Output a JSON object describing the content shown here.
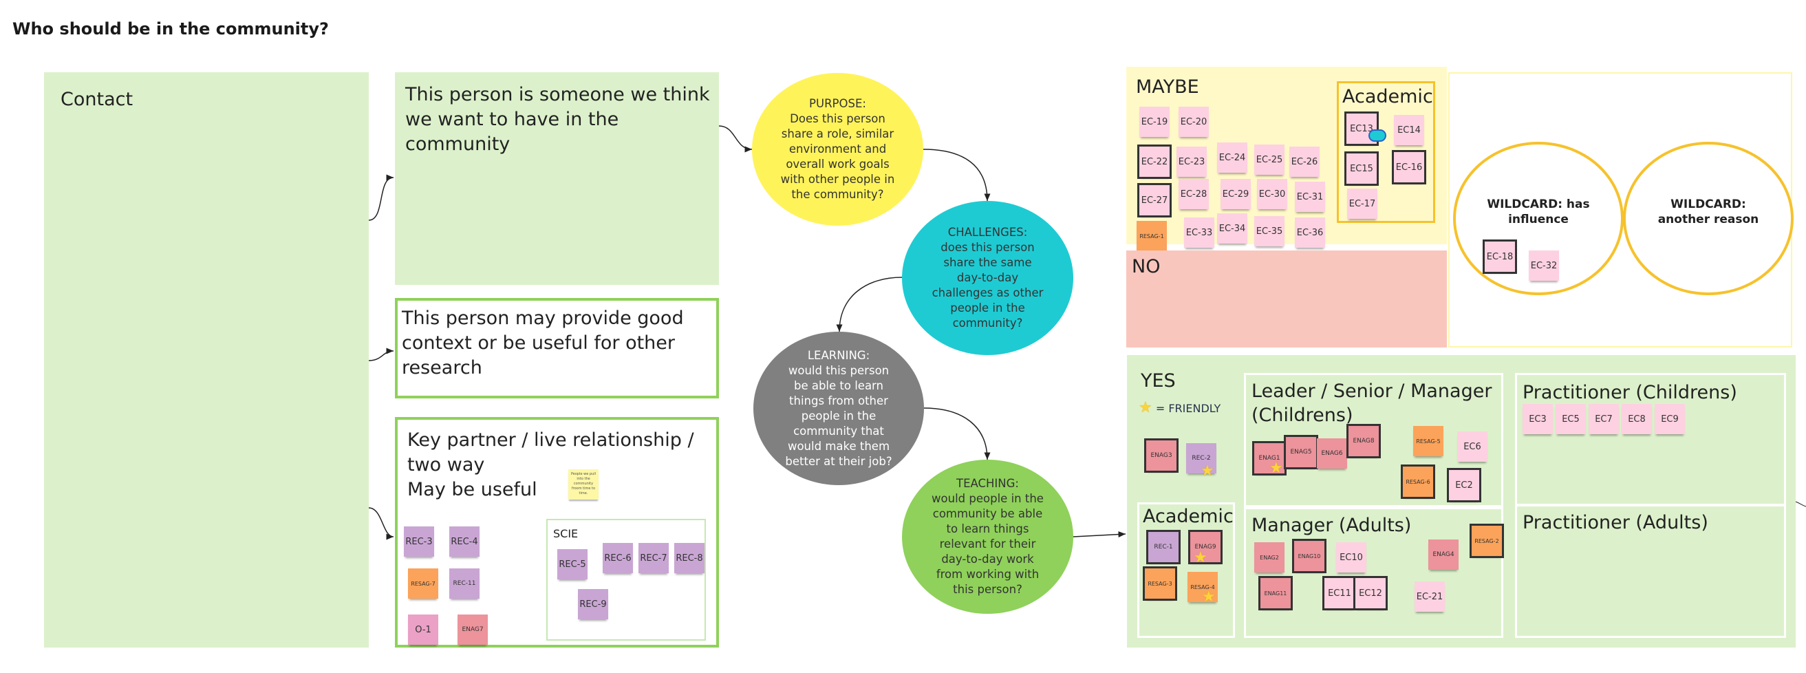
{
  "page": {
    "title": "Who should be in the community?"
  },
  "left": {
    "contact": "Contact",
    "want": "This person is someone we think we want to have in the community",
    "context": "This person may provide good context or be useful for other research",
    "key_partner_line1": "Key partner / live relationship / two way",
    "key_partner_line2": "May be useful",
    "note": "People we pull into the community froom time to time.",
    "scie": "SCIE",
    "stickies": [
      "REC-3",
      "REC-4",
      "RESAG-7",
      "REC-11",
      "O-1",
      "ENAG7"
    ],
    "scie_stickies": [
      "REC-5",
      "REC-6",
      "REC-7",
      "REC-8",
      "REC-9"
    ]
  },
  "questions": {
    "purpose": "PURPOSE:\nDoes this person share a role, similar environment and overall work goals with other people in the community?",
    "challenges": "CHALLENGES:\ndoes this person share the same day-to-day challenges as other people in the community?",
    "learning": "LEARNING:\nwould this person be able to learn things from other people in the community that would make them better at their job?",
    "teaching": "TEACHING:\nwould people in the community be able to learn things relevant for their day-to-day work from working with this person?"
  },
  "colors": {
    "purpose": "#fff35a",
    "challenges": "#1ecbd3",
    "learning": "#808080",
    "teaching": "#8fd15a",
    "maybe": "#fff9c8",
    "no": "#f9c6bd",
    "yes": "#dcf1cb"
  },
  "maybe": {
    "label": "MAYBE",
    "stickies": [
      "EC-19",
      "EC-20",
      "EC-22",
      "EC-23",
      "EC-24",
      "EC-25",
      "EC-26",
      "EC-27",
      "EC-28",
      "EC-29",
      "EC-30",
      "EC-31",
      "RESAG-1",
      "EC-33",
      "EC-34",
      "EC-35",
      "EC-36"
    ],
    "academic_label": "Academic",
    "academic_stickies": [
      "EC13",
      "EC14",
      "EC15",
      "EC-16",
      "EC-17"
    ]
  },
  "no": {
    "label": "NO"
  },
  "wildcards": {
    "influence": "WILDCARD: has influence",
    "other": "WILDCARD: another reason",
    "influence_stickies": [
      "EC-18",
      "EC-32"
    ]
  },
  "yes": {
    "label": "YES",
    "legend": "= FRIENDLY",
    "stickies": [
      "ENAG3",
      "REC-2"
    ],
    "leader_label": "Leader / Senior / Manager (Childrens)",
    "leader_stickies": [
      "ENAG1",
      "ENAG5",
      "ENAG6",
      "ENAG8",
      "RESAG-5",
      "EC6",
      "RESAG-6",
      "EC2"
    ],
    "academic_label": "Academic",
    "academic_stickies": [
      "REC-1",
      "ENAG9",
      "RESAG-3",
      "RESAG-4"
    ],
    "manager_label": "Manager (Adults)",
    "manager_stickies": [
      "ENAG2",
      "ENAG10",
      "EC10",
      "ENAG4",
      "RESAG-2",
      "ENAG11",
      "EC11",
      "EC12",
      "EC-21"
    ],
    "pract_child_label": "Practitioner (Childrens)",
    "pract_child_stickies": [
      "EC3",
      "EC5",
      "EC7",
      "EC8",
      "EC9"
    ],
    "pract_adult_label": "Practitioner (Adults)"
  }
}
